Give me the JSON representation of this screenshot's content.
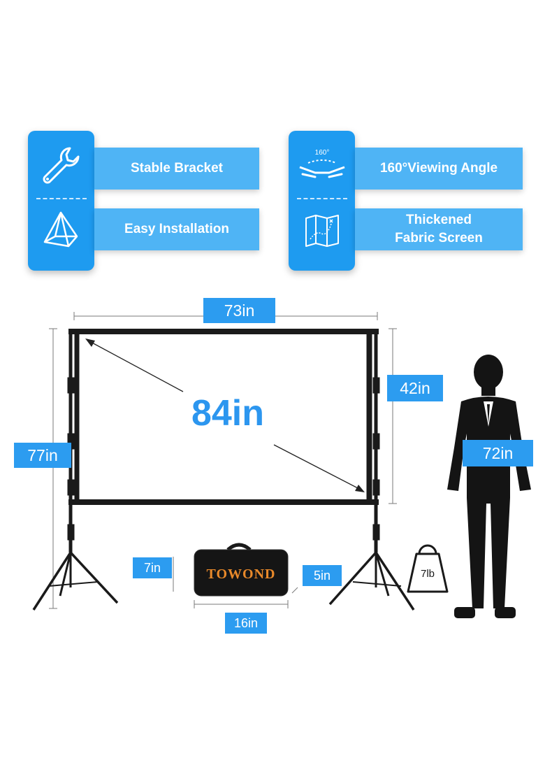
{
  "features": {
    "left": [
      {
        "label": "Stable Bracket",
        "icon": "wrench-icon"
      },
      {
        "label": "Easy Installation",
        "icon": "pyramid-icon"
      }
    ],
    "right": [
      {
        "label": "160°Viewing Angle",
        "icon": "viewing-angle-icon",
        "icon_text": "160°"
      },
      {
        "label": "Thickened Fabric Screen",
        "label_line1": "Thickened",
        "label_line2": "Fabric Screen",
        "icon": "fabric-map-icon"
      }
    ]
  },
  "dimensions": {
    "width": "73in",
    "diagonal": "84in",
    "screen_height": "42in",
    "total_height": "77in",
    "person_height": "72in",
    "bag_height": "7in",
    "bag_depth": "5in",
    "bag_length": "16in",
    "weight": "7lb"
  },
  "brand": "TOWOND",
  "colors": {
    "accent": "#1e9bf0",
    "label_bg": "#2c9cf0",
    "feature_bg": "#4fb4f5",
    "diagonal_text": "#2c96ef",
    "brand_text": "#e8892a"
  }
}
